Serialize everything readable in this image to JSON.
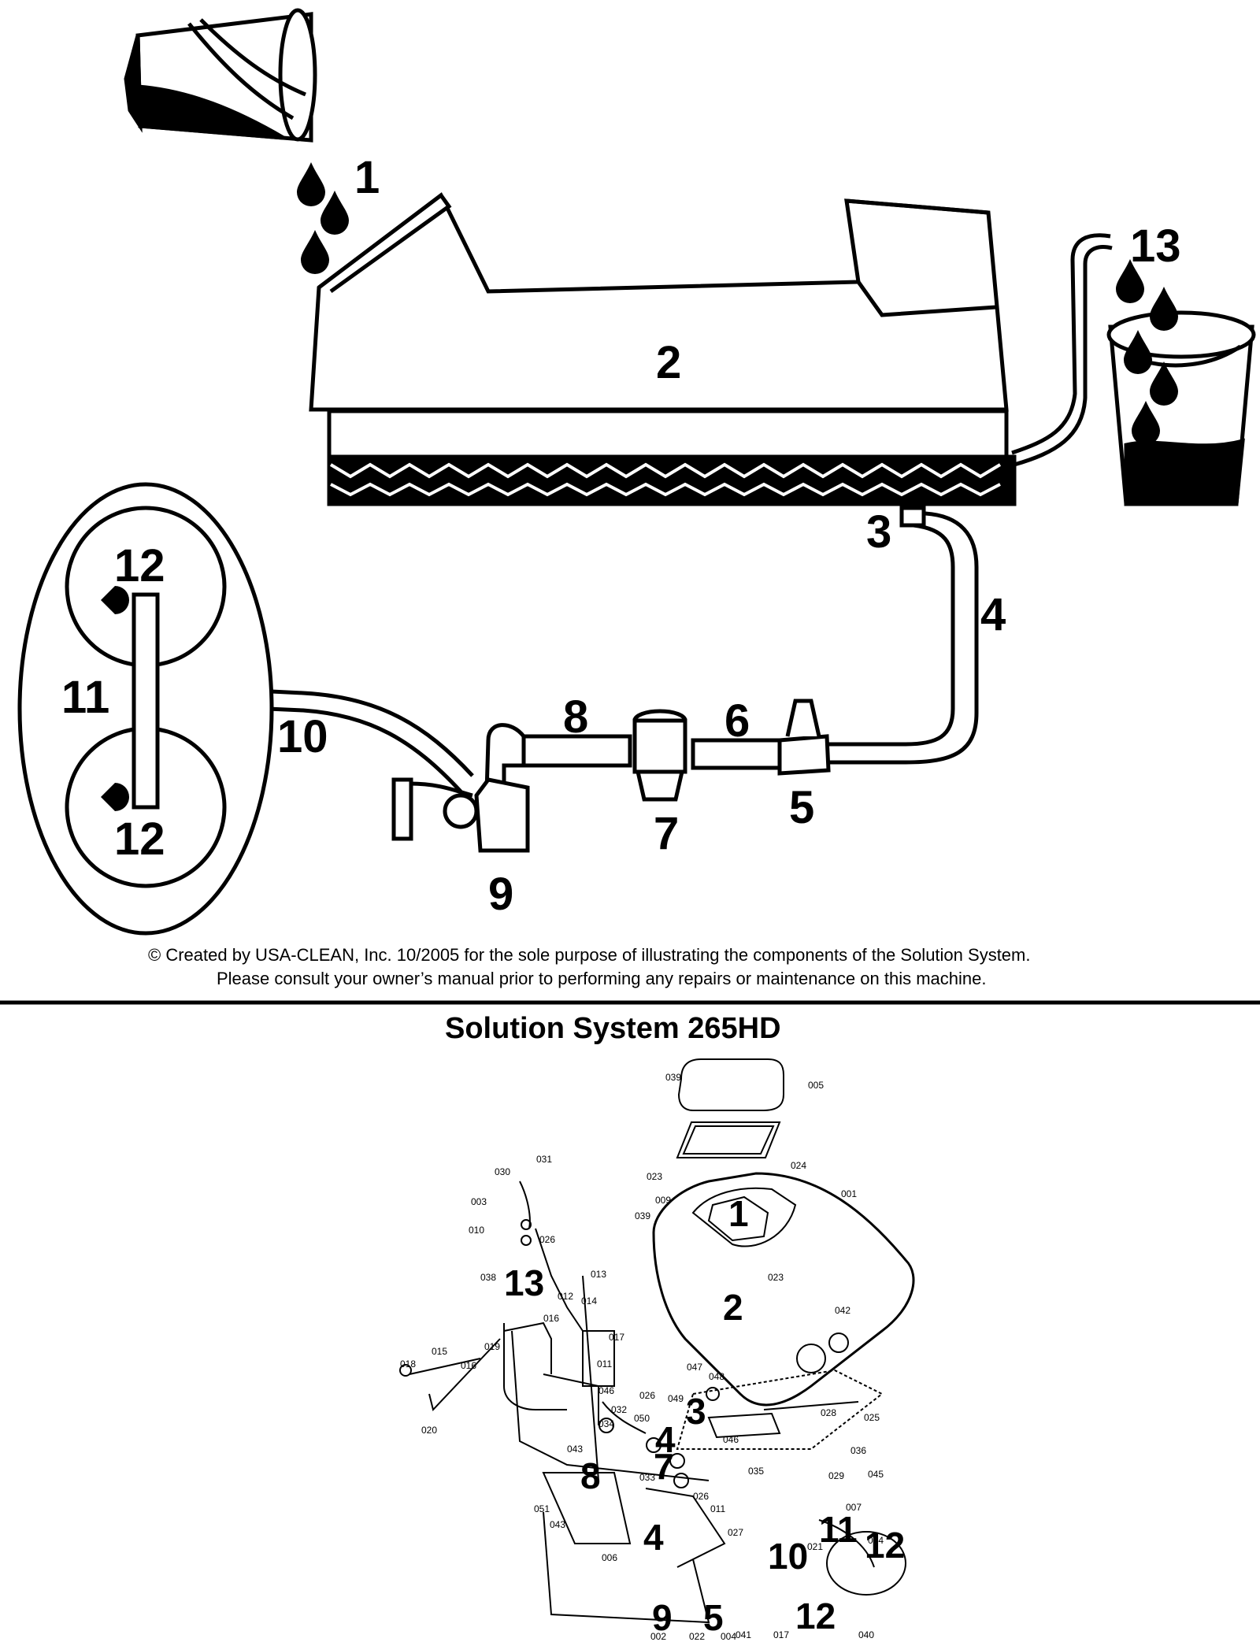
{
  "upper_diagram": {
    "callouts": [
      "1",
      "2",
      "3",
      "4",
      "5",
      "6",
      "7",
      "8",
      "9",
      "10",
      "11",
      "12",
      "12",
      "13"
    ]
  },
  "caption": {
    "line1": "© Created by USA-CLEAN, Inc. 10/2005 for the sole purpose of illustrating the components of the  Solution  System.",
    "line2": "Please consult your owner’s manual prior to performing any repairs or maintenance on this machine."
  },
  "lower_diagram": {
    "title": "Solution System 265HD",
    "callouts": [
      "1",
      "2",
      "3",
      "4",
      "4",
      "5",
      "7",
      "8",
      "9",
      "10",
      "11",
      "12",
      "12",
      "13"
    ],
    "part_numbers": [
      "039",
      "005",
      "024",
      "023",
      "009",
      "039",
      "001",
      "023",
      "030",
      "031",
      "003",
      "010",
      "026",
      "038",
      "013",
      "012",
      "014",
      "017",
      "016",
      "011",
      "015",
      "018",
      "016",
      "019",
      "020",
      "042",
      "047",
      "048",
      "046",
      "026",
      "049",
      "032",
      "050",
      "034",
      "043",
      "033",
      "028",
      "025",
      "036",
      "046",
      "035",
      "029",
      "045",
      "007",
      "026",
      "051",
      "043",
      "011",
      "027",
      "021",
      "044",
      "006",
      "017",
      "041",
      "040",
      "002",
      "022",
      "004"
    ]
  }
}
